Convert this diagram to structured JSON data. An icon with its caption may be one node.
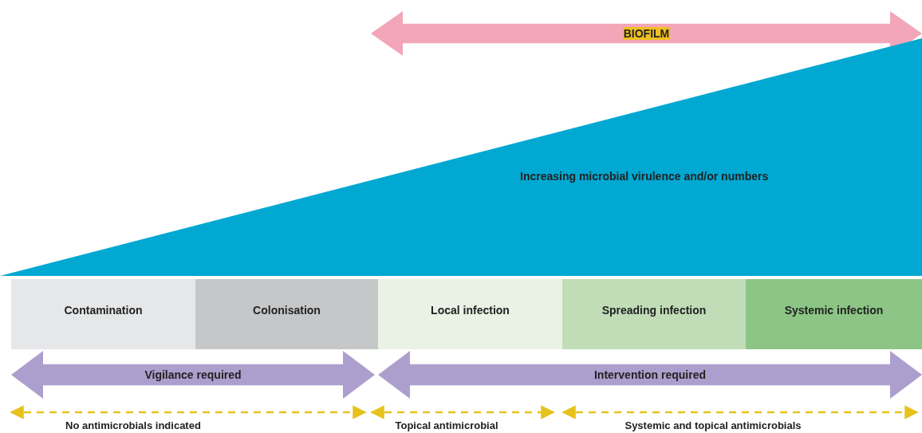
{
  "diagram": {
    "nodes": [
      {
        "text": [
          "BIOFILM"
        ]
      },
      {
        "text": [
          "Increasing microbial virulence and/or numbers"
        ]
      },
      {
        "text": [
          "Contamination"
        ]
      },
      {
        "text": [
          "Colonisation"
        ]
      },
      {
        "text": [
          "Local infection"
        ]
      },
      {
        "text": [
          "Spreading infection"
        ]
      },
      {
        "text": [
          "Systemic infection"
        ]
      },
      {
        "text": [
          "Vigilance required"
        ]
      },
      {
        "text": [
          "Intervention required"
        ]
      }
    ],
    "labels": [
      "No antimicrobials indicated",
      "Topical antimicrobial",
      "Systemic and topical antimicrobials"
    ]
  }
}
